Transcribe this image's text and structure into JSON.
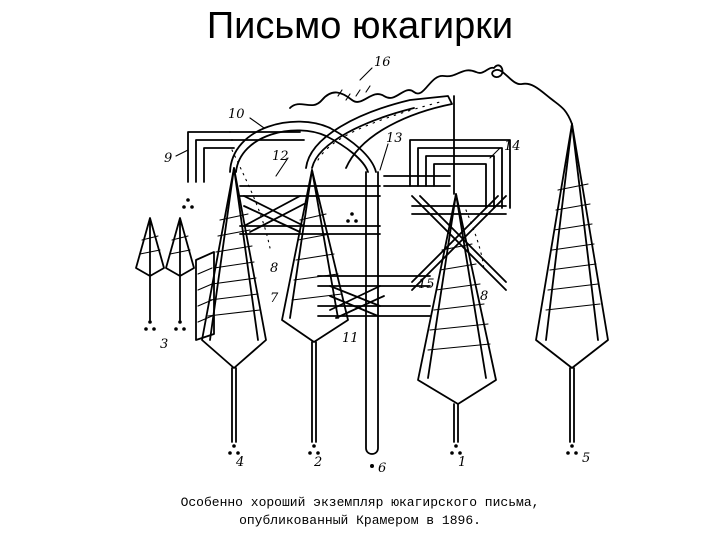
{
  "slide": {
    "title": "Письмо юкагирки"
  },
  "figure": {
    "labels": {
      "n1": "1",
      "n2": "2",
      "n3": "3",
      "n4": "4",
      "n5": "5",
      "n6": "6",
      "n7": "7",
      "n8a": "8",
      "n8b": "8",
      "n9": "9",
      "n10": "10",
      "n11": "11",
      "n12": "12",
      "n13": "13",
      "n14": "14",
      "n15": "15",
      "n16": "16"
    },
    "caption_line1": "Особенно хороший экземпляр юкагирского письма,",
    "caption_line2": "опубликованный Крамером в 1896."
  }
}
